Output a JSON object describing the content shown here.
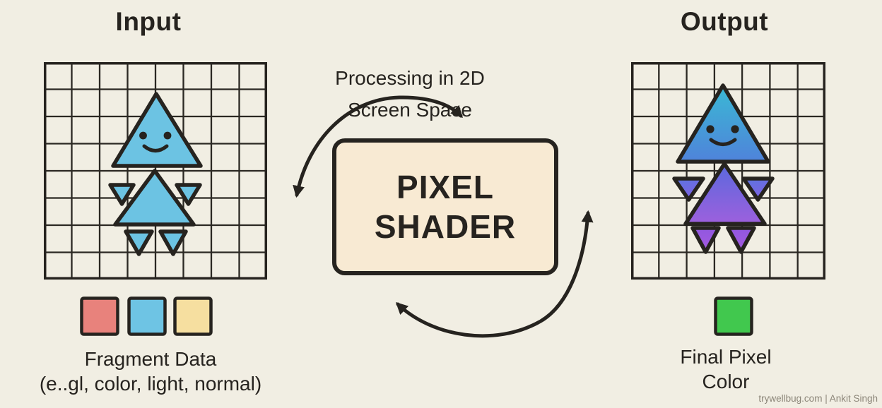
{
  "panels": {
    "input": {
      "title": "Input",
      "caption_line1": "Fragment Data",
      "caption_line2": "(e..gl, color, light, normal)",
      "swatches": [
        "red",
        "blue",
        "yellow"
      ]
    },
    "output": {
      "title": "Output",
      "caption_line1": "Final Pixel",
      "caption_line2": "Color",
      "swatches": [
        "green"
      ]
    }
  },
  "center": {
    "label_line1": "Processing in 2D",
    "label_line2": "Screen Space",
    "box_line1": "PIXEL",
    "box_line2": "SHADER"
  },
  "watermark": "trywellbug.com | Ankit Singh",
  "icons": {
    "top_arrow": "curved-cycle-arrow",
    "bottom_arrow": "curved-cycle-arrow"
  },
  "colors": {
    "background": "#f1eee3",
    "ink": "#26231f",
    "shader_box_fill": "#f8ead3",
    "input_character_blue": "#6cc3e3",
    "swatch_red": "#e8827c",
    "swatch_blue": "#6ec4e4",
    "swatch_yellow": "#f6dfa0",
    "swatch_green": "#41c84e",
    "output_head_top": "#3ab9d4",
    "output_head_bottom": "#4f83da",
    "output_body_top": "#5a69dd",
    "output_body_bottom": "#9d60dd",
    "output_arm_top": "#5c74e0",
    "output_arm_bottom": "#7d63e2",
    "output_leg_top": "#9158e0",
    "output_leg_bottom": "#a55ae0"
  }
}
